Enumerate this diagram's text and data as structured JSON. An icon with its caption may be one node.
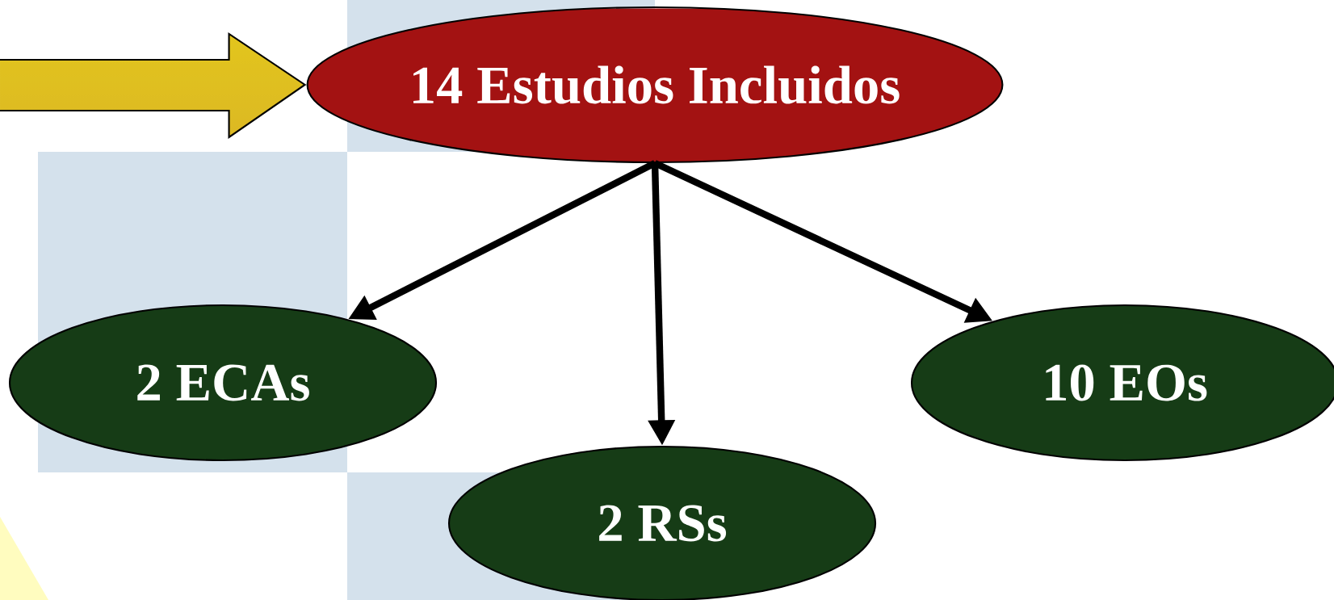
{
  "diagram": {
    "nodes": [
      {
        "text": [
          "14 Estudios Incluidos"
        ]
      },
      {
        "text": [
          "2 ECAs"
        ]
      },
      {
        "text": [
          "2 RSs"
        ]
      },
      {
        "text": [
          "10 EOs"
        ]
      }
    ],
    "edges": [
      {
        "from": null,
        "to": 0,
        "arrow": "to",
        "color": "#ffff00"
      },
      {
        "from": 0,
        "to": 1,
        "arrow": "to"
      },
      {
        "from": 0,
        "to": 2,
        "arrow": "to"
      },
      {
        "from": 0,
        "to": 3,
        "arrow": "to"
      }
    ]
  }
}
